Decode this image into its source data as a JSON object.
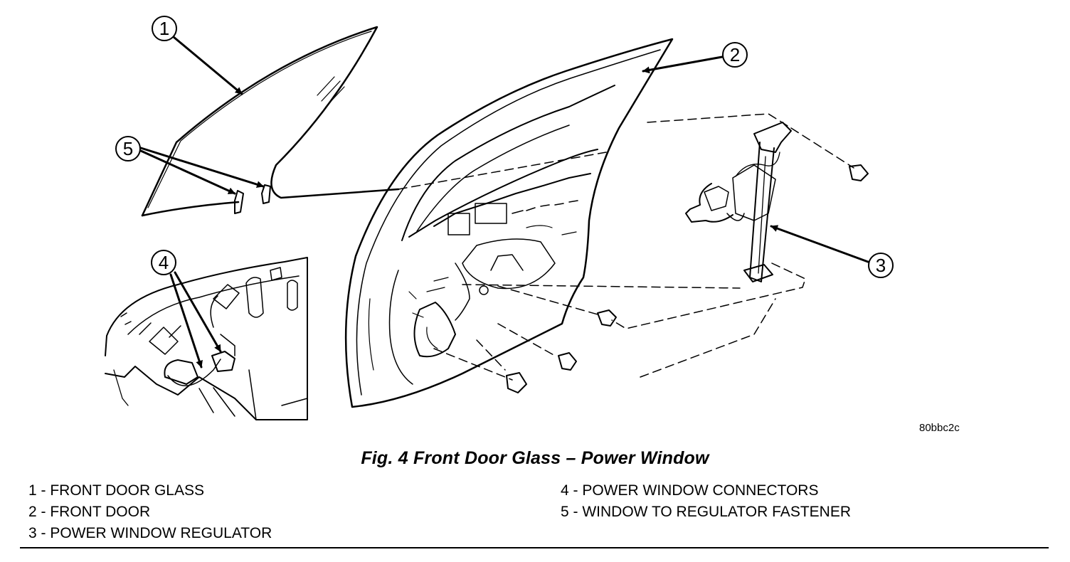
{
  "figure": {
    "caption": "Fig. 4 Front Door Glass – Power Window",
    "art_code": "80bbc2c",
    "callouts": [
      "1",
      "2",
      "3",
      "4",
      "5"
    ]
  },
  "legend": {
    "items": [
      "1 - FRONT DOOR GLASS",
      "2 - FRONT DOOR",
      "3 - POWER WINDOW REGULATOR",
      "4 - POWER WINDOW CONNECTORS",
      "5 - WINDOW TO REGULATOR FASTENER"
    ]
  },
  "colors": {
    "ink": "#000000",
    "paper": "#ffffff"
  }
}
